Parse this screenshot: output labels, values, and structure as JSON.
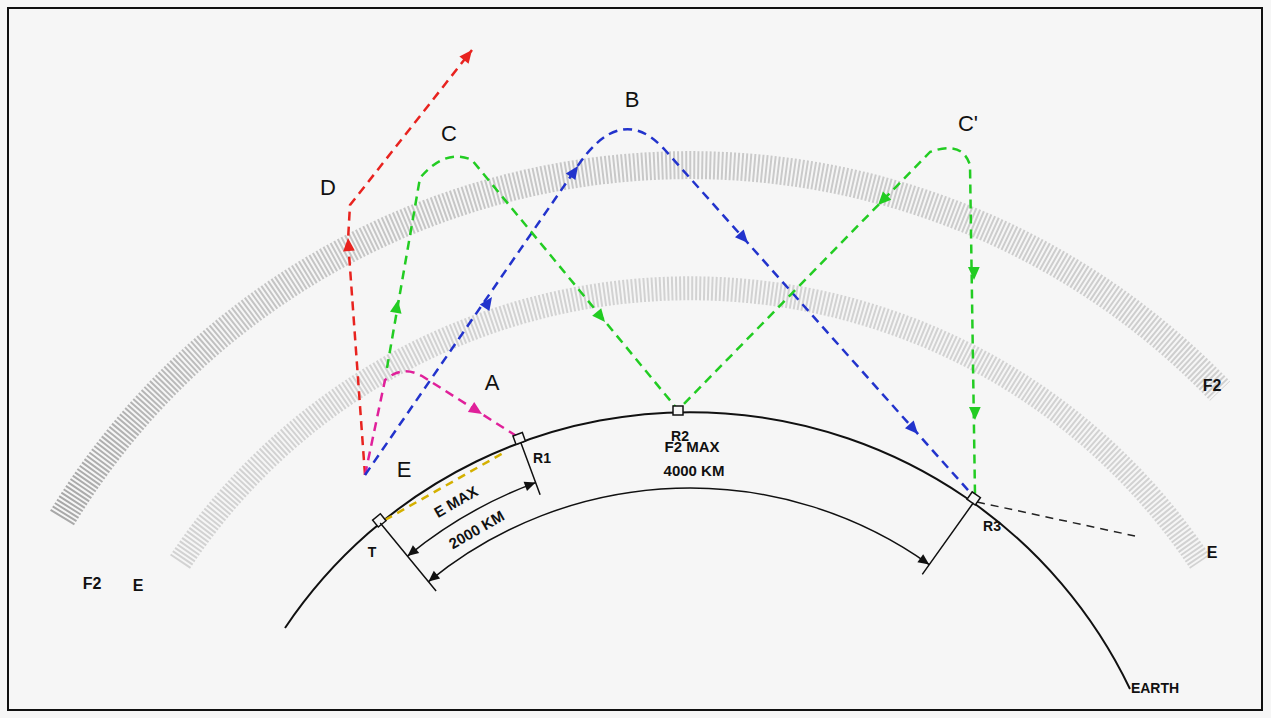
{
  "diagram": {
    "labels": [
      "A",
      "B",
      "C",
      "C'",
      "D",
      "E",
      "R1",
      "R2",
      "R3",
      "T",
      "E MAX",
      "2000 KM",
      "F2 MAX",
      "4000 KM",
      "F2",
      "E",
      "F2",
      "E",
      "EARTH"
    ]
  }
}
